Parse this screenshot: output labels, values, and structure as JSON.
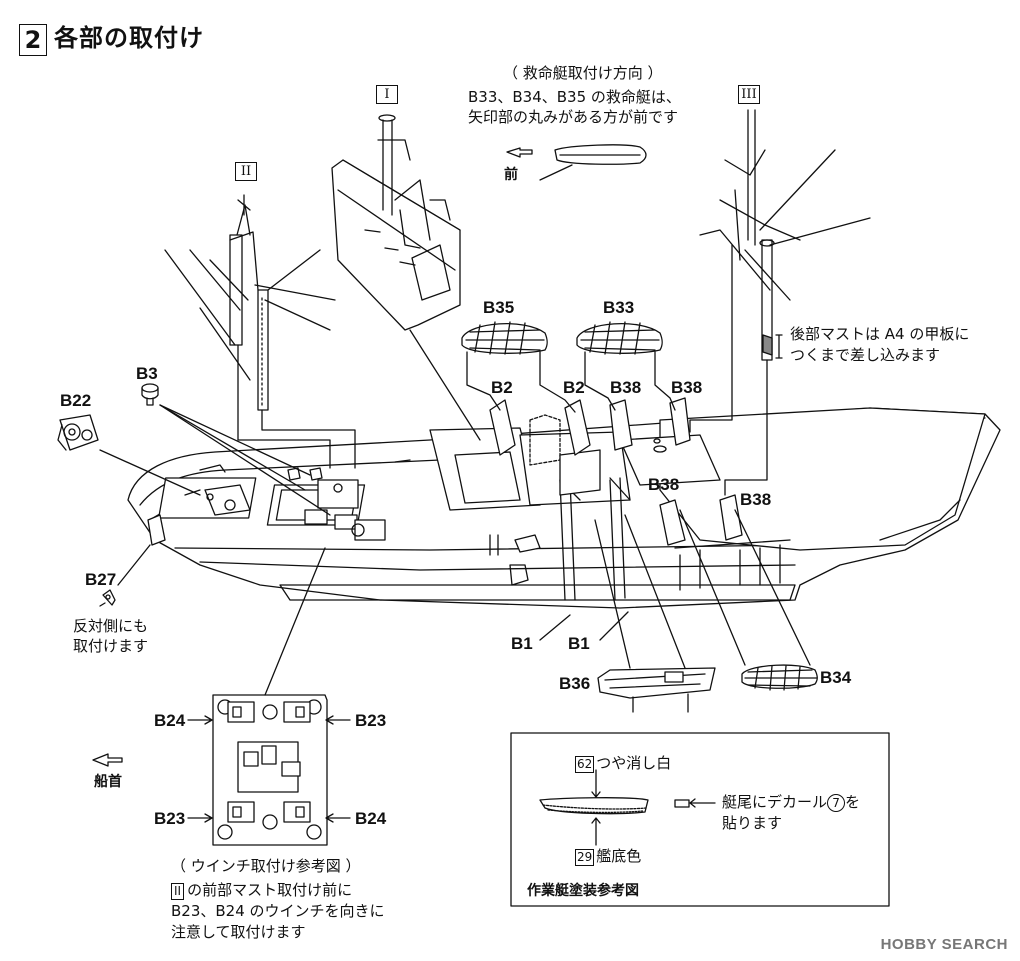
{
  "title": {
    "step_number": "2",
    "text": "各部の取付け"
  },
  "masts": {
    "I": "I",
    "II": "II",
    "III": "III"
  },
  "lifeboat_note": {
    "heading": "（ 救命艇取付け方向 ）",
    "line1": "B33、B34、B35 の救命艇は、",
    "line2": "矢印部の丸みがある方が前です",
    "front": "前"
  },
  "rear_mast_note": {
    "line1": "後部マストは A4 の甲板に",
    "line2": "つくまで差し込みます"
  },
  "parts": {
    "b35": "B35",
    "b33": "B33",
    "b3": "B3",
    "b22": "B22",
    "b2a": "B2",
    "b2b": "B2",
    "b38a": "B38",
    "b38b": "B38",
    "b38c": "B38",
    "b38d": "B38",
    "b27": "B27",
    "b1a": "B1",
    "b1b": "B1",
    "b36": "B36",
    "b34": "B34",
    "b24a": "B24",
    "b23a": "B23",
    "b23b": "B23",
    "b24b": "B24"
  },
  "b27_note": {
    "line1": "反対側にも",
    "line2": "取付けます"
  },
  "bow_label": "船首",
  "winch_ref": {
    "heading": "（ ウインチ取付け参考図 ）",
    "roman": "II",
    "line1": "の前部マスト取付け前に",
    "line2": "B23、B24 のウインチを向きに",
    "line3": "注意して取付けます"
  },
  "paint_ref": {
    "color1_num": "62",
    "color1_name": "つや消し白",
    "color2_num": "29",
    "color2_name": "艦底色",
    "decal_line1": "艇尾にデカール",
    "decal_num": "7",
    "decal_line1_end": "を",
    "decal_line2": "貼ります",
    "caption": "作業艇塗装参考図"
  },
  "watermark": "HOBBY SEARCH"
}
